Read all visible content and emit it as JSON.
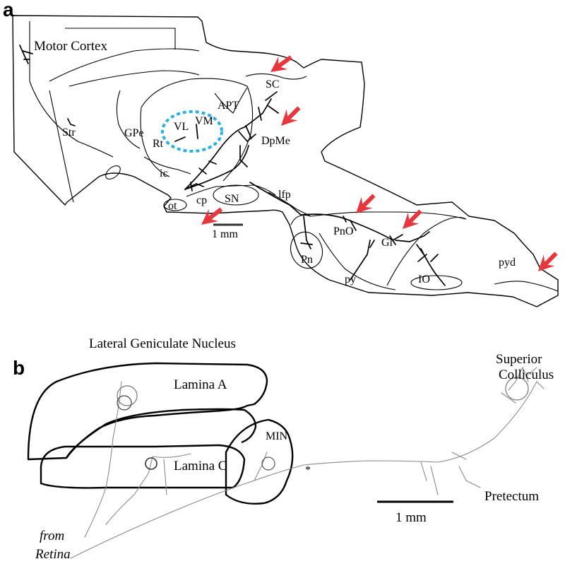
{
  "panel_a": {
    "letter": "a",
    "labels": {
      "motor_cortex": "Motor Cortex",
      "str": "Str",
      "gpe": "GPe",
      "rt": "Rt",
      "vl": "VL",
      "vm": "VM",
      "apt": "APT",
      "sc": "SC",
      "dpme": "DpMe",
      "ic": "ic",
      "ot": "ot",
      "cp": "cp",
      "sn": "SN",
      "lfp": "lfp",
      "pno": "PnO",
      "gi": "Gi",
      "pn": "Pn",
      "py": "py",
      "io": "IO",
      "pyd": "pyd"
    },
    "scale_bar": "1 mm",
    "colors": {
      "arrow": "#e8363d",
      "circle": "#2bb0e0"
    }
  },
  "panel_b": {
    "letter": "b",
    "labels": {
      "lgn_title": "Lateral Geniculate Nucleus",
      "lamina_a": "Lamina A",
      "lamina_c": "Lamina C",
      "min": "MIN",
      "superior_colliculus_1": "Superior",
      "superior_colliculus_2": "Colliculus",
      "pretectum": "Pretectum",
      "from_1": "from",
      "from_2": "Retina",
      "asterisk": "*"
    },
    "scale_bar": "1 mm"
  }
}
